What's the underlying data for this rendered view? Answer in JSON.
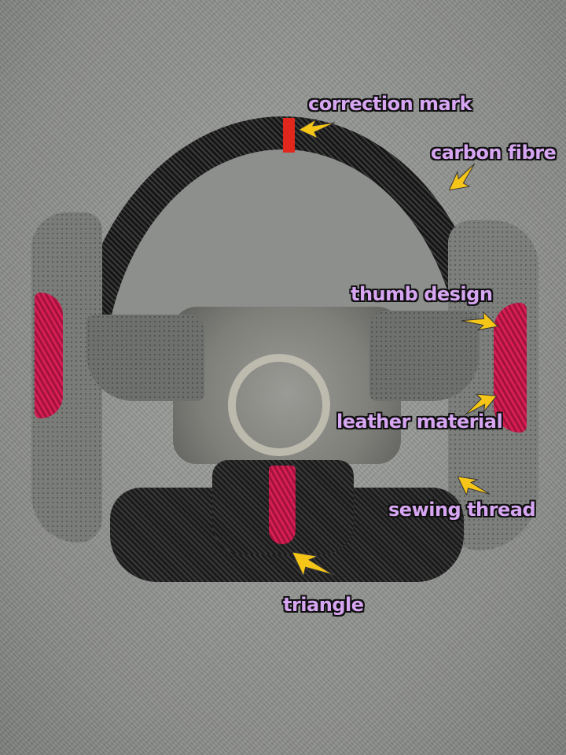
{
  "image": {
    "subject": "Carbon fibre steering wheel with leather grips",
    "colors": {
      "label_fill": "#d7a6f2",
      "label_outline": "#111111",
      "arrow": "#f5c518",
      "correction_mark": "#e1261c",
      "carbon_red_inserts": "#c81a4b",
      "background_carpet": "#8d8f8d"
    }
  },
  "annotations": [
    {
      "id": "correction-mark",
      "text": "correction mark"
    },
    {
      "id": "carbon-fibre",
      "text": "carbon fibre"
    },
    {
      "id": "thumb-design",
      "text": "thumb design"
    },
    {
      "id": "leather-material",
      "text": "leather material"
    },
    {
      "id": "sewing-thread",
      "text": "sewing thread"
    },
    {
      "id": "triangle",
      "text": "triangle"
    }
  ]
}
